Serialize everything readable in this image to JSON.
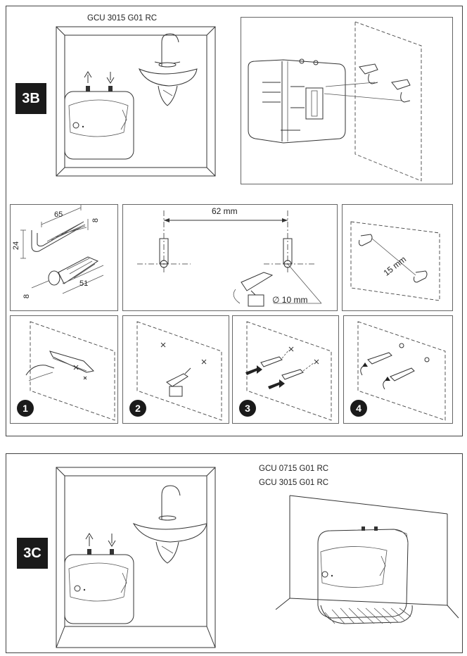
{
  "section_3b": {
    "badge": "3B",
    "model_label": "GCU 3015 G01 RC",
    "dimensions": {
      "hook_length": "65",
      "hook_height": "24",
      "hook_diameter": "8",
      "plug_length": "51",
      "plug_diameter": "8",
      "hole_spacing": "62 mm",
      "drill_diameter": "10 mm",
      "hook_gap": "15 mm"
    },
    "steps": [
      "1",
      "2",
      "3",
      "4"
    ]
  },
  "section_3c": {
    "badge": "3C",
    "model_label_1": "GCU 0715 G01 RC",
    "model_label_2": "GCU 3015 G01 RC"
  }
}
